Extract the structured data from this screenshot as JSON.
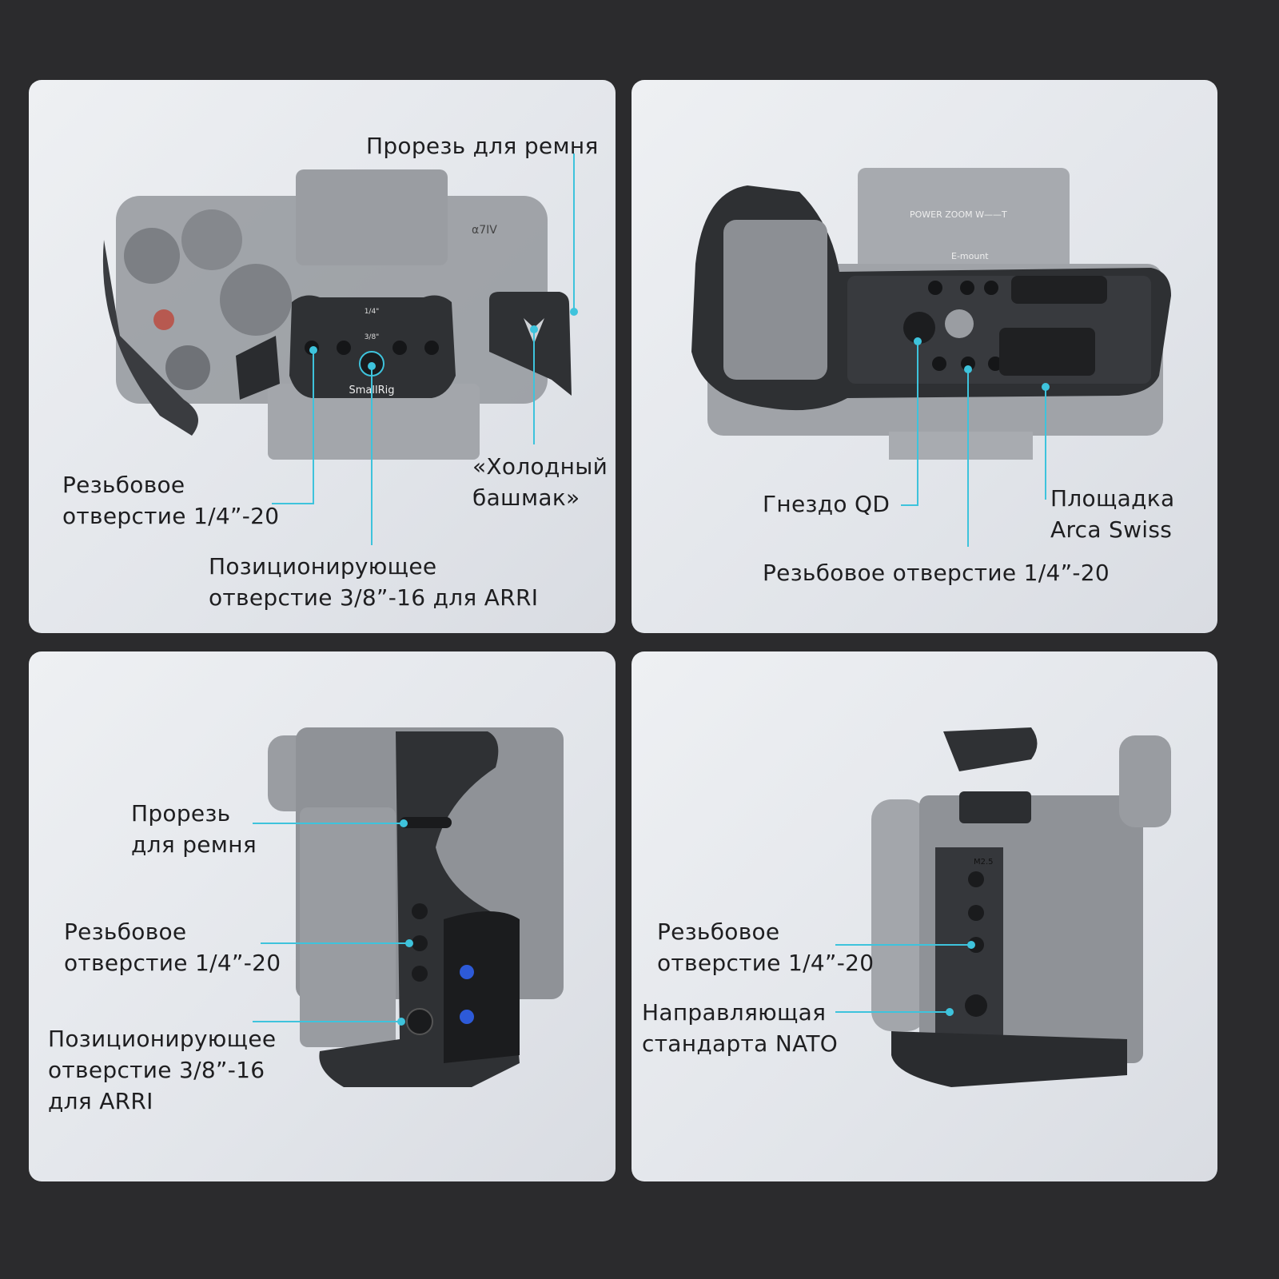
{
  "accent_color": "#3ec3dc",
  "panels": {
    "top_left": {
      "strap_slot": "Прорезь для ремня",
      "thread_1_4": "Резьбовое\nотверстие 1/4”-20",
      "cold_shoe": "«Холодный\nбашмак»",
      "arri_hole": "Позиционирующее\nотверстие 3/8”-16 для ARRI",
      "engraving_brand": "SmallRig",
      "engraving_1_4": "1/4\"",
      "engraving_3_8": "3/8\"",
      "camera_model": "α7IV"
    },
    "top_right": {
      "qd_socket": "Гнездо QD",
      "arca_plate": "Площадка\nArca Swiss",
      "thread_1_4": "Резьбовое отверстие 1/4”-20",
      "lens_text": "POWER ZOOM  W——T",
      "mount_text": "E-mount"
    },
    "bottom_left": {
      "strap_slot": "Прорезь\nдля ремня",
      "thread_1_4": "Резьбовое\nотверстие 1/4”-20",
      "arri_hole": "Позиционирующее\nотверстие 3/8”-16\nдля ARRI"
    },
    "bottom_right": {
      "thread_1_4": "Резьбовое\nотверстие 1/4”-20",
      "nato_rail": "Направляющая\nстандарта NATO",
      "engraving_m25": "M2.5"
    }
  }
}
